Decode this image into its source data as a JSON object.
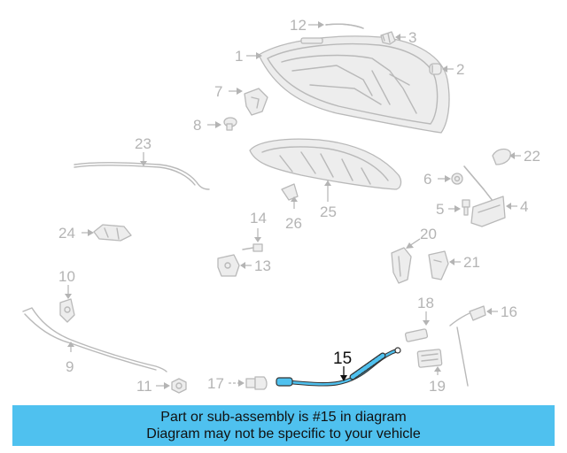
{
  "callouts": {
    "n1": "1",
    "n2": "2",
    "n3": "3",
    "n4": "4",
    "n5": "5",
    "n6": "6",
    "n7": "7",
    "n8": "8",
    "n9": "9",
    "n10": "10",
    "n11": "11",
    "n12": "12",
    "n13": "13",
    "n14": "14",
    "n15": "15",
    "n16": "16",
    "n17": "17",
    "n18": "18",
    "n19": "19",
    "n20": "20",
    "n21": "21",
    "n22": "22",
    "n23": "23",
    "n24": "24",
    "n25": "25",
    "n26": "26"
  },
  "highlight": {
    "part": "15",
    "color": "#4fc1ef"
  },
  "caption": {
    "line1": "Part or sub-assembly is #15 in diagram",
    "line2": "Diagram may not be specific to your vehicle"
  }
}
